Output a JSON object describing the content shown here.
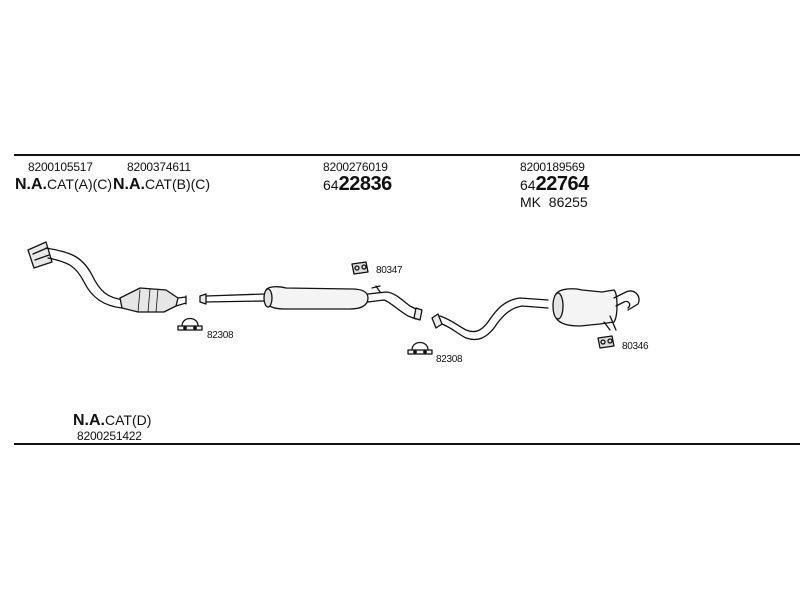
{
  "labels": {
    "part1_number": "8200105517",
    "part1_variant_prefix": "N.A.",
    "part1_variant_suffix": "CAT(A)(C)",
    "part2_number": "8200374611",
    "part2_variant_prefix": "N.A.",
    "part2_variant_suffix": "CAT(B)(C)",
    "part3_number": "8200276019",
    "part3_alt_prefix": "64",
    "part3_alt_main": "22836",
    "part4_number": "8200189569",
    "part4_alt_prefix": "64",
    "part4_alt_main": "22764",
    "part4_kit_prefix": "MK",
    "part4_kit_number": "86255",
    "clamp1_code": "82308",
    "clamp2_code": "82308",
    "hanger1_code": "80347",
    "hanger2_code": "80346",
    "bottom_variant_prefix": "N.A.",
    "bottom_variant_suffix": "CAT(D)",
    "bottom_number": "8200251422"
  }
}
